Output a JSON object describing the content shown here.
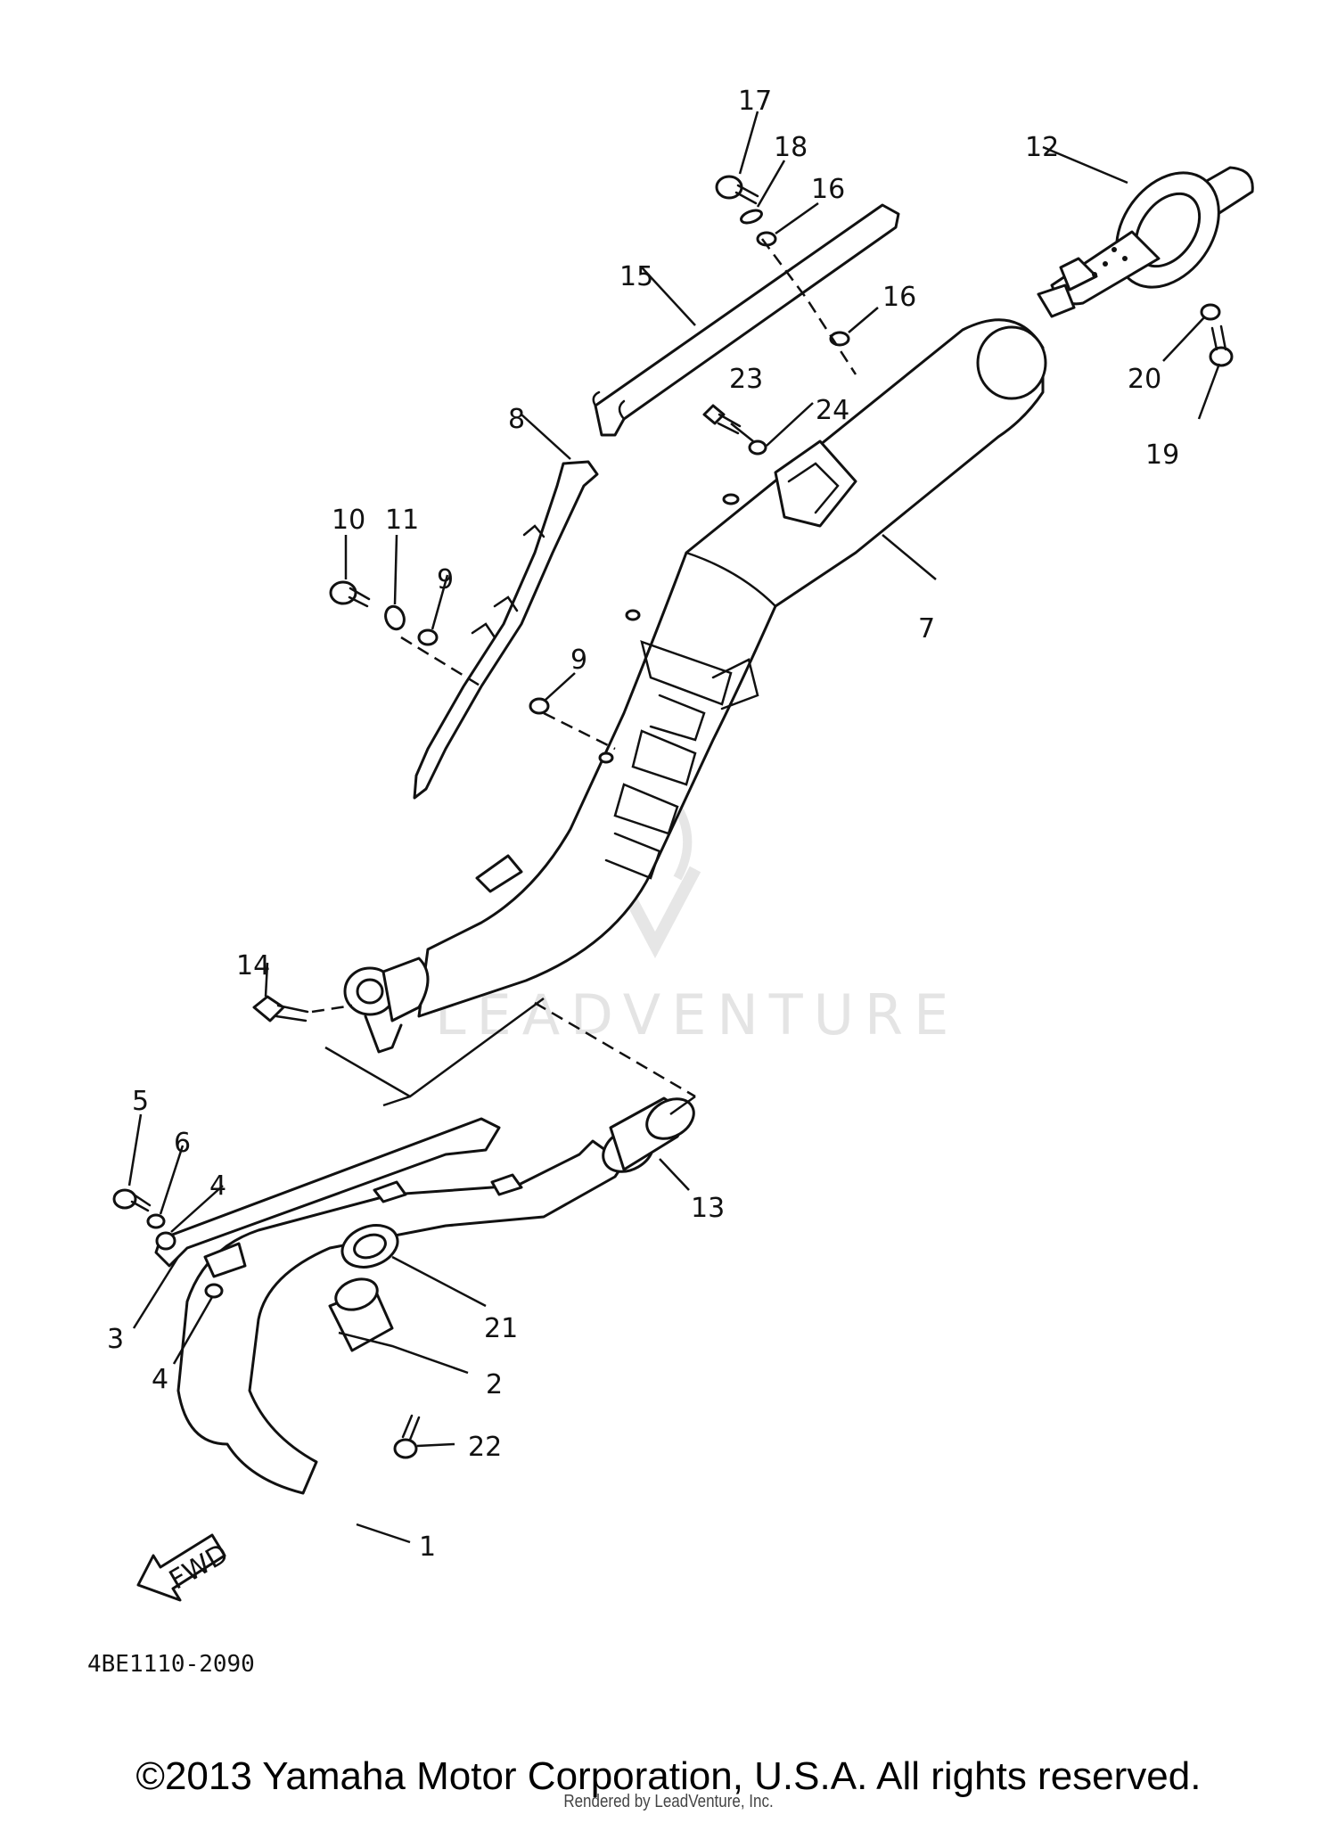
{
  "diagram": {
    "part_code": "4BE1110-2090",
    "fwd_label": "FWD",
    "watermark": "LEADVENTURE",
    "copyright": "©2013 Yamaha Motor Corporation, U.S.A. All rights reserved.",
    "rendered_by": "Rendered by LeadVenture, Inc.",
    "callouts": {
      "c1": "1",
      "c2": "2",
      "c3": "3",
      "c4a": "4",
      "c4b": "4",
      "c5": "5",
      "c6": "6",
      "c7": "7",
      "c8": "8",
      "c9a": "9",
      "c9b": "9",
      "c10": "10",
      "c11": "11",
      "c12": "12",
      "c13": "13",
      "c14": "14",
      "c15": "15",
      "c16a": "16",
      "c16b": "16",
      "c17": "17",
      "c18": "18",
      "c19": "19",
      "c20": "20",
      "c21": "21",
      "c22": "22",
      "c23": "23",
      "c24": "24"
    }
  }
}
